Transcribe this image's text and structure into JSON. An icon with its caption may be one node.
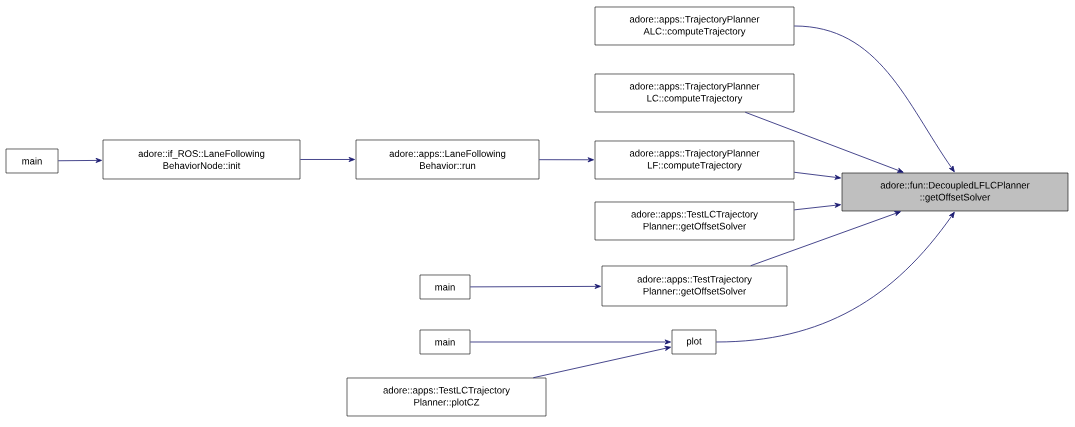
{
  "diagram": {
    "nodes": [
      {
        "text": [
          "main"
        ]
      },
      {
        "text": [
          "adore::if_ROS::LaneFollowing BehaviorNode::init"
        ]
      },
      {
        "text": [
          "adore::apps::LaneFollowing Behavior::run"
        ]
      },
      {
        "text": [
          "adore::apps::TrajectoryPlanner ALC::computeTrajectory"
        ]
      },
      {
        "text": [
          "adore::apps::TrajectoryPlanner LC::computeTrajectory"
        ]
      },
      {
        "text": [
          "adore::apps::TrajectoryPlanner LF::computeTrajectory"
        ]
      },
      {
        "text": [
          "adore::fun::DecoupledLFLCPlanner ::getOffsetSolver"
        ]
      },
      {
        "text": [
          "adore::apps::TestLCTrajectory Planner::getOffsetSolver"
        ]
      },
      {
        "text": [
          "main"
        ]
      },
      {
        "text": [
          "adore::apps::TestTrajectory Planner::getOffsetSolver"
        ]
      },
      {
        "text": [
          "main"
        ]
      },
      {
        "text": [
          "plot"
        ]
      },
      {
        "text": [
          "adore::apps::TestLCTrajectory Planner::plotCZ"
        ]
      }
    ],
    "edges": [
      {
        "from": 0,
        "to": 1,
        "arrow": "to"
      },
      {
        "from": 1,
        "to": 2,
        "arrow": "to"
      },
      {
        "from": 2,
        "to": 5,
        "arrow": "to"
      },
      {
        "from": 3,
        "to": 6,
        "arrow": "to"
      },
      {
        "from": 4,
        "to": 6,
        "arrow": "to"
      },
      {
        "from": 5,
        "to": 6,
        "arrow": "to"
      },
      {
        "from": 7,
        "to": 6,
        "arrow": "to"
      },
      {
        "from": 9,
        "to": 6,
        "arrow": "to"
      },
      {
        "from": 11,
        "to": 6,
        "arrow": "to"
      },
      {
        "from": 8,
        "to": 9,
        "arrow": "to"
      },
      {
        "from": 10,
        "to": 11,
        "arrow": "to"
      },
      {
        "from": 12,
        "to": 11,
        "arrow": "to"
      }
    ]
  }
}
